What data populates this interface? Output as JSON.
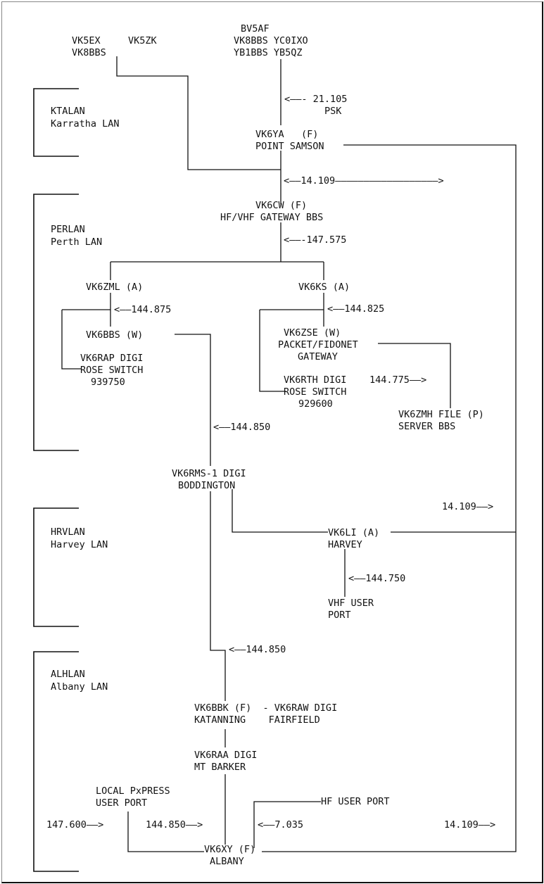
{
  "lans": {
    "ktalan": {
      "code": "KTALAN",
      "name": "Karratha LAN"
    },
    "perlan": {
      "code": "PERLAN",
      "name": "Perth LAN"
    },
    "hrvlan": {
      "code": "HRVLAN",
      "name": "Harvey LAN"
    },
    "alhlan": {
      "code": "ALHLAN",
      "name": "Albany LAN"
    }
  },
  "stations": {
    "vk5ex": "VK5EX",
    "vk5zk": "VK5ZK",
    "vk8bbs_left": "VK8BBS",
    "bv5af": "BV5AF",
    "vk8bbs_yc0ixo": "VK8BBS YC0IXO",
    "yb1bbs_yb5qz": "YB1BBS YB5QZ",
    "vk6ya": "VK6YA   (F)",
    "point_samson": "POINT SAMSON",
    "vk6cw": "VK6CW (F)",
    "gateway_bbs": "HF/VHF GATEWAY BBS",
    "vk6zml": "VK6ZML (A)",
    "vk6ks": "VK6KS (A)",
    "vk6bbs": "VK6BBS (W)",
    "vk6zse": "VK6ZSE (W)",
    "packet_fidonet": "PACKET/FIDONET",
    "gateway": "GATEWAY",
    "vk6rap": "VK6RAP DIGI",
    "rose_switch_1": "ROSE SWITCH",
    "rose_num_1": "939750",
    "vk6rth": "VK6RTH DIGI",
    "rose_switch_2": "ROSE SWITCH",
    "rose_num_2": "929600",
    "vk6zmh": "VK6ZMH FILE (P)",
    "server_bbs": "SERVER BBS",
    "vk6rms": "VK6RMS-1 DIGI",
    "boddington": "BODDINGTON",
    "vk6li": "VK6LI (A)",
    "harvey": "HARVEY",
    "vhf_user": "VHF USER",
    "port": "PORT",
    "vk6bbk": "VK6BBK (F)  - VK6RAW DIGI",
    "katanning": "KATANNING    FAIRFIELD",
    "vk6raa": "VK6RAA DIGI",
    "mt_barker": "MT BARKER",
    "local_pxpress": "LOCAL PxPRESS",
    "user_port": "USER PORT",
    "hf_user_port": "HF USER PORT",
    "vk6xy": "VK6XY (F)",
    "albany": "ALBANY"
  },
  "freqs": {
    "f21105": "<——- 21.105",
    "psk": "PSK",
    "f14109_top": "<——14.109——————————————————>",
    "f147575": "<——-147.575",
    "f144875": "<——144.875",
    "f144825": "<——144.825",
    "f144775": "144.775——>",
    "f144850_a": "<——144.850",
    "f14109_mid": "14.109——>",
    "f144750": "<——144.750",
    "f144850_b": "<——144.850",
    "f147600": "147.600——>",
    "f144850_c": "144.850——>",
    "f7035": "<——7.035",
    "f14109_bot": "14.109——>"
  }
}
